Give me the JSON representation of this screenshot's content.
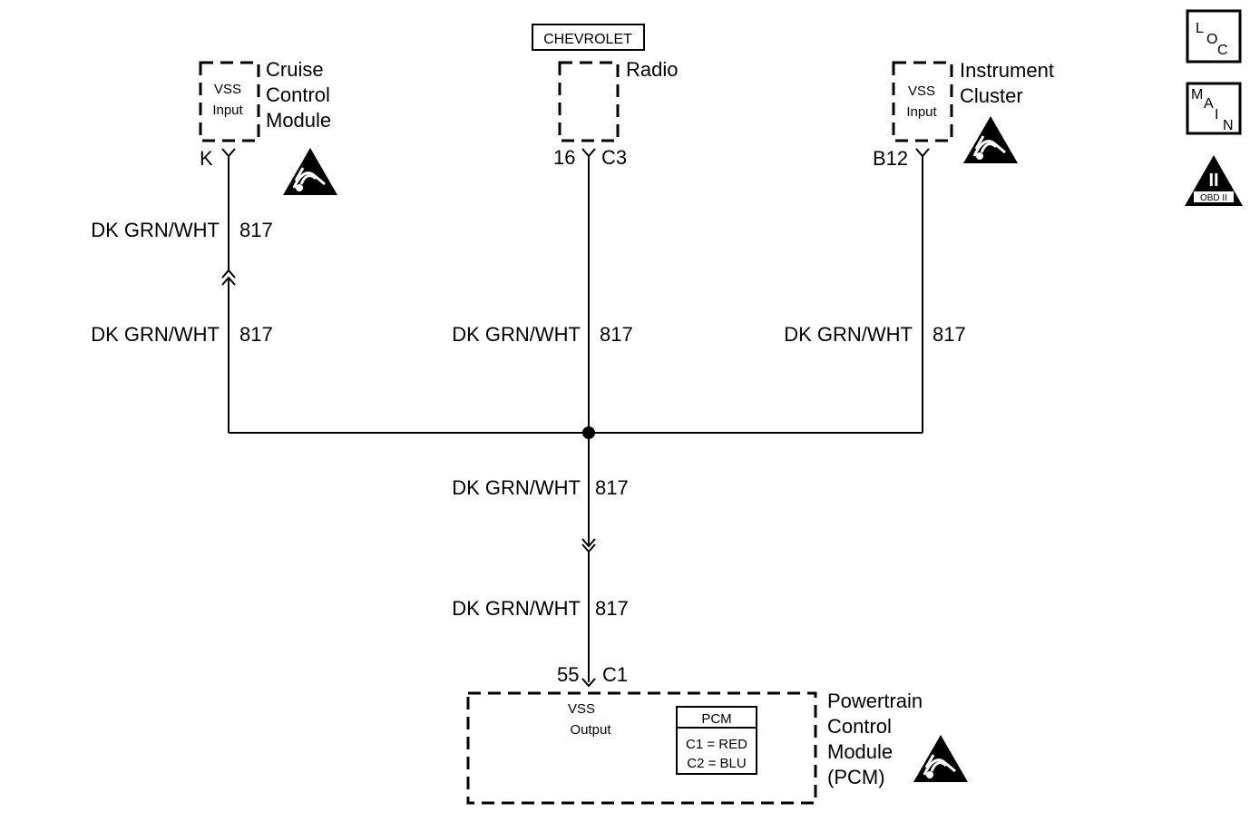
{
  "brand_box": "CHEVROLET",
  "modules": {
    "cruise": {
      "name_lines": [
        "Cruise",
        "Control",
        "Module"
      ],
      "inner_lines": [
        "VSS",
        "Input"
      ],
      "pin": "K"
    },
    "radio": {
      "name_lines": [
        "Radio"
      ],
      "pin": "16",
      "connector": "C3"
    },
    "cluster": {
      "name_lines": [
        "Instrument",
        "Cluster"
      ],
      "inner_lines": [
        "VSS",
        "Input"
      ],
      "pin": "B12"
    },
    "pcm": {
      "name_lines": [
        "Powertrain",
        "Control",
        "Module",
        "(PCM)"
      ],
      "inner_lines": [
        "VSS",
        "Output"
      ],
      "pin": "55",
      "connector": "C1",
      "legend_title": "PCM",
      "legend_lines": [
        "C1 = RED",
        "C2 = BLU"
      ]
    }
  },
  "wires": {
    "color": "DK GRN/WHT",
    "circuit": "817"
  },
  "side_icons": {
    "loc": [
      "L",
      "O",
      "C"
    ],
    "main": [
      "M",
      "A",
      "I",
      "N"
    ],
    "obd": {
      "symbol": "II",
      "label": "OBD II"
    }
  },
  "icons": {
    "esd": "electrostatic-discharge-warning-icon",
    "loc": "location-icon",
    "main": "main-index-icon",
    "obd": "obd-ii-icon"
  }
}
